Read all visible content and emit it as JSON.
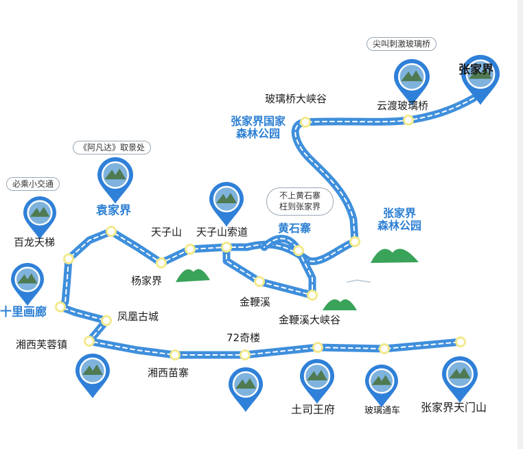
{
  "map": {
    "route_color": "#3f8fdc",
    "route_dash_color": "#ffffff",
    "stop_fill": "#ffffff",
    "stop_stroke": "#f2e98a",
    "pin_color": "#2f80d8",
    "tree_color": "#3aa35a"
  },
  "labels": {
    "zhangjiajie": "张家界",
    "glass_canyon": "玻璃桥大峡谷",
    "yundu_bridge": "云渡玻璃桥",
    "national_park": "张家界国家\n森林公园",
    "forest_park": "张家界\n森林公园",
    "yuanjiajie": "袁家界",
    "tianzishan": "天子山",
    "tianzi_cableway": "天子山索道",
    "huangshizhai": "黄石寨",
    "yangjiajie": "杨家界",
    "jinbianxi": "金鞭溪",
    "jinbianxi_canyon": "金鞭溪大峡谷",
    "bailong_elevator": "百龙天梯",
    "shili_hualang": "十里画廊",
    "fenghuang": "凤凰古城",
    "furong": "湘西芙蓉镇",
    "miaozhai": "湘西苗寨",
    "qiqi_lou": "72奇楼",
    "tusi_wangfu": "土司王府",
    "glass_tram": "玻璃通车",
    "tianmenshan": "张家界天门山"
  },
  "tags": {
    "thrill_bridge": "尖叫刺激玻璃桥",
    "avatar_location": "《阿凡达》取景处",
    "must_ride": "必乘小交通",
    "huangshizhai_note_1": "不上黄石寨",
    "huangshizhai_note_2": "枉到张家界"
  },
  "icons": [
    "location-pin-icon",
    "tree-cluster-icon",
    "cable-car-icon",
    "bird-icon"
  ]
}
